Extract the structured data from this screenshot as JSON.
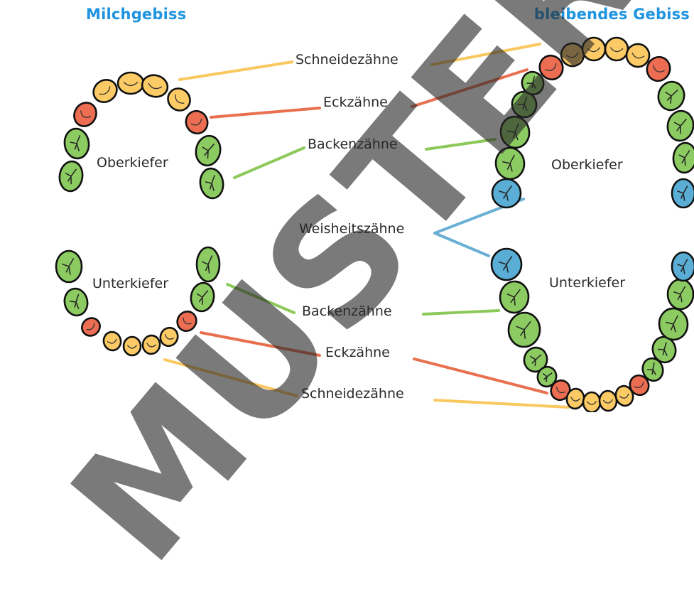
{
  "titles": {
    "left": "Milchgebiss",
    "right": "bleibendes Gebiss"
  },
  "labels": {
    "schneide_top": "Schneidezähne",
    "eck_top": "Eckzähne",
    "backen_top": "Backenzähne",
    "weisheit": "Weisheitszähne",
    "backen_bottom": "Backenzähne",
    "eck_bottom": "Eckzähne",
    "schneide_bottom": "Schneidezähne"
  },
  "jaws": {
    "milk_upper": "Oberkiefer",
    "milk_lower": "Unterkiefer",
    "perm_upper": "Oberkiefer",
    "perm_lower": "Unterkiefer"
  },
  "watermark": "MUSTER",
  "colors": {
    "incisor": "#fccb66",
    "canine": "#ec6d51",
    "molar": "#8ccb62",
    "wisdom": "#5aaed5",
    "title": "#1e93e0",
    "line_incisor": "#f9c85f",
    "line_canine": "#e9704f",
    "line_molar": "#8dc95a",
    "line_wisdom": "#6ab0d4"
  }
}
